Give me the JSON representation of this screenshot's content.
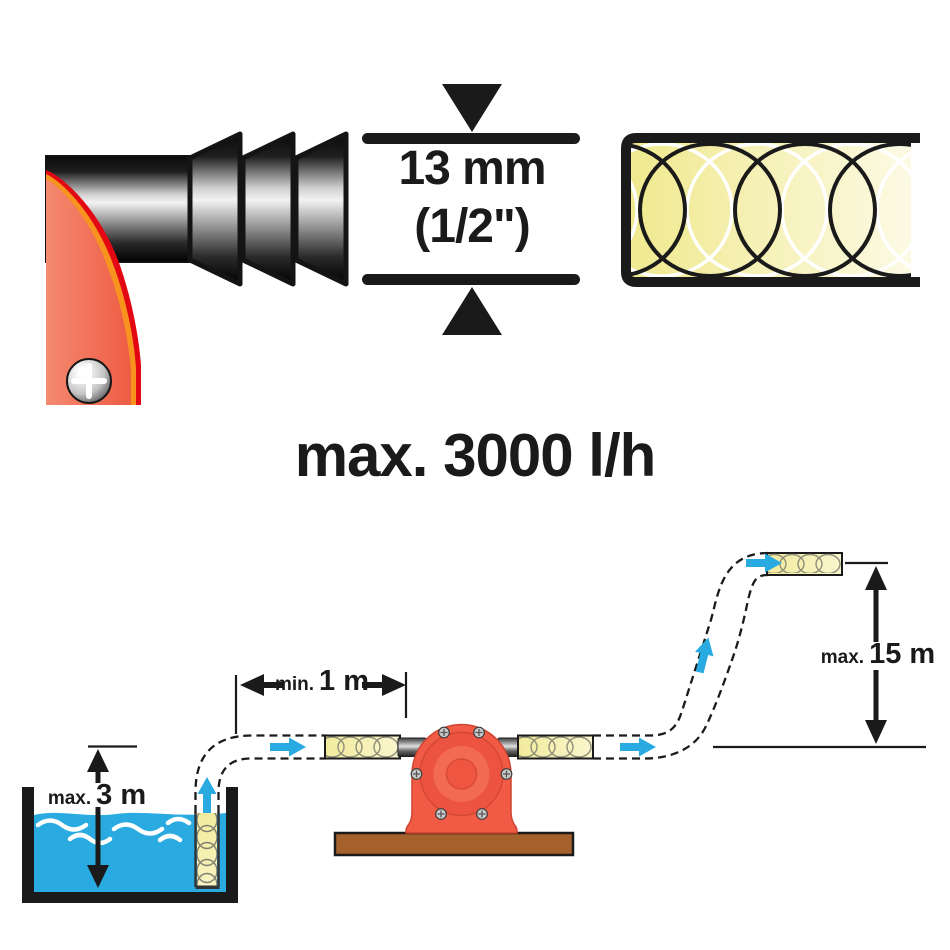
{
  "title": "max. 3000 l/h",
  "connector_dimension": {
    "metric": "13 mm",
    "imperial": "(1/2\")"
  },
  "labels": {
    "suction_depth": {
      "prefix": "max.",
      "value": "3 m"
    },
    "inlet_distance": {
      "prefix": "min.",
      "value": "1 m"
    },
    "delivery_head": {
      "prefix": "max.",
      "value": "15 m"
    }
  },
  "icons": {
    "flow_arrow": "➤",
    "dimension_arrow": "▲",
    "screw": "✚"
  },
  "colors": {
    "flow_blue": "#29ABE2",
    "pump_red": "#F15B45",
    "accent_red": "#E30613",
    "accent_orange": "#F7931E",
    "hose_yellow": "#F2EB9C",
    "board_brown": "#A5612B",
    "ink": "#1A1A1A"
  }
}
